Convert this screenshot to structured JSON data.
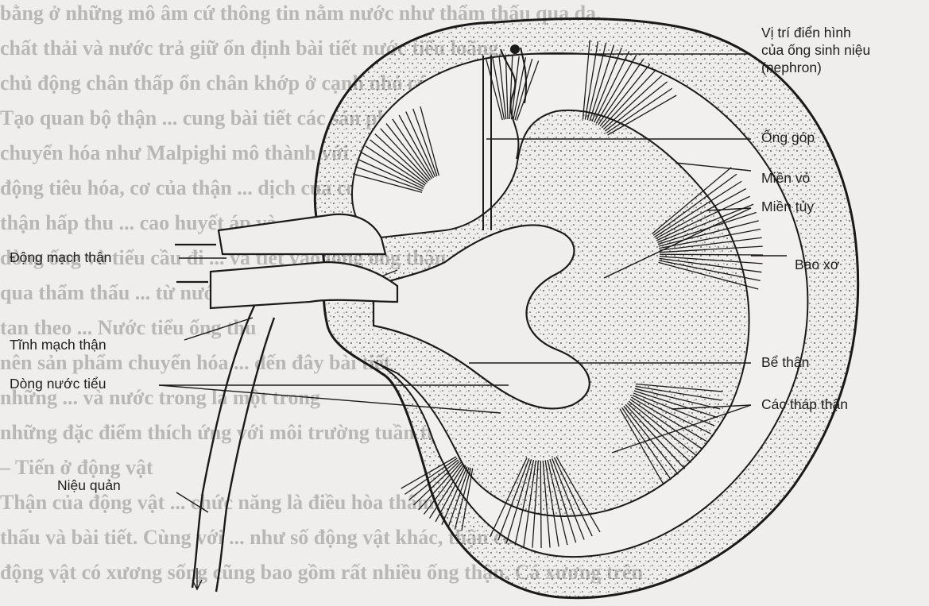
{
  "background_text": [
    "bằng ở những mô âm cứ thông tin nằm nước như thẩm thấu qua da.",
    "chất thải và nước trả giữ ổn định bài tiết nước tiểu loãng.",
    "chủ động chân thấp ổn chân khớp ở cạnh nhỏ có",
    "Tạo quan bộ thận ... cung bài tiết các sản phẩm",
    "chuyển hóa như Malpighi mô thành với",
    "động tiêu hóa, cơ của thận ... dịch của cơ thể. Các ống",
    "thận hấp thu ... cao huyết áp và",
    "dòng ống và tiểu cầu đi ... và tiết vào lòng ống thận.",
    "qua thẩm thấu ... từ nước trong đó số chất tan",
    "tan theo ... Nước tiểu ống thu",
    "nên sản phẩm chuyển hóa ... đến đây bài tiết",
    "những ... và nước trong là một trong",
    "những đặc điểm thích ứng với môi trường tuần tụt.",
    "– Tiến ở động vật",
    "Thận của động vật ... chức năng là điều hòa thẩm",
    "thấu và bài tiết. Cùng với ... như số động vật khác, thận của",
    "động vật có xương sống cũng bao gồm rất nhiều ống thận. Cá xương trên"
  ],
  "labels": {
    "nephron": [
      "Vị trí điển hình",
      "của ống sinh niệu",
      "(nephron)"
    ],
    "collecting_duct": "Ống góp",
    "cortex": "Miền vỏ",
    "medulla": "Miền tủy",
    "capsule": "Bao xơ",
    "pelvis": "Bể thận",
    "pyramids": "Các tháp thận",
    "renal_artery": "Động mạch thận",
    "renal_vein": "Tĩnh mạch thận",
    "urine_flow": "Dòng nước tiểu",
    "ureter": "Niệu quản"
  }
}
